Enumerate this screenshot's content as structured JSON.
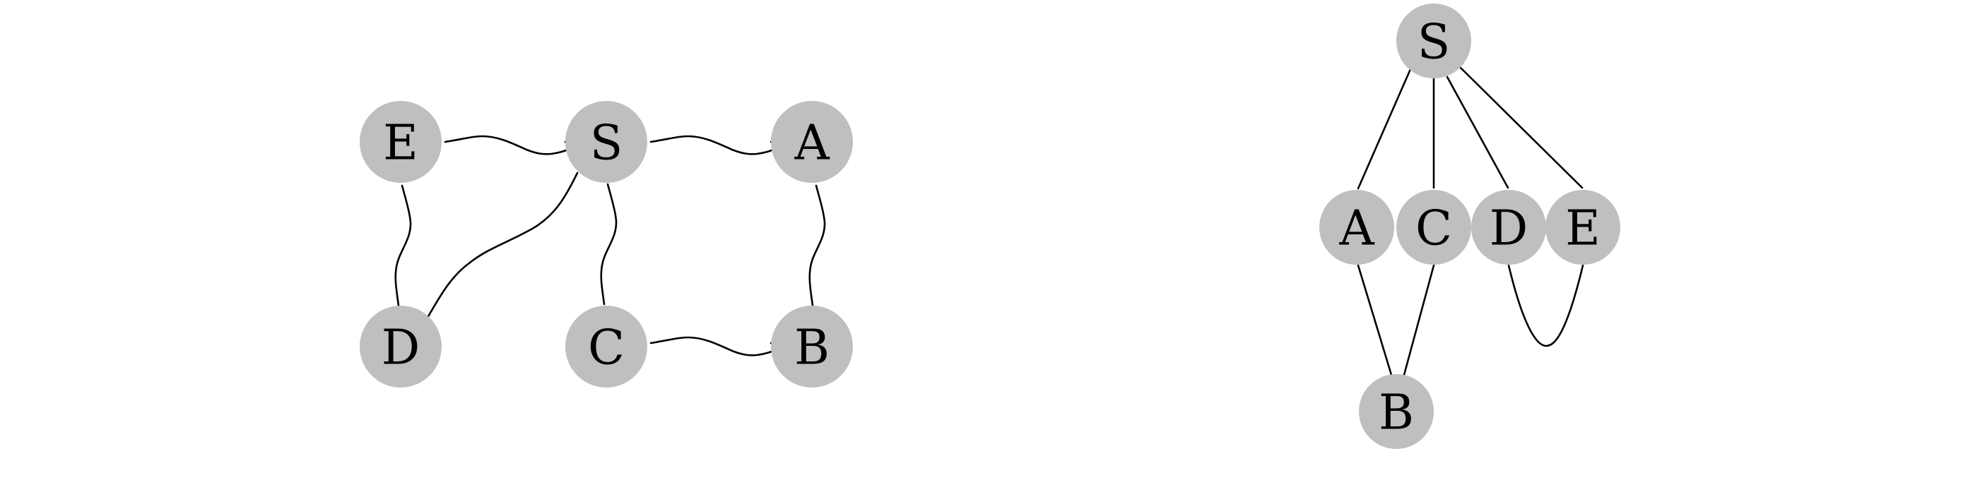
{
  "colors": {
    "node_fill": "#bfbfbf",
    "edge": "#000000",
    "label": "#000000",
    "background": "#ffffff"
  },
  "graphs": [
    {
      "id": "left-graph",
      "nodes": [
        {
          "id": "E",
          "label": "E"
        },
        {
          "id": "S",
          "label": "S"
        },
        {
          "id": "A",
          "label": "A"
        },
        {
          "id": "D",
          "label": "D"
        },
        {
          "id": "C",
          "label": "C"
        },
        {
          "id": "B",
          "label": "B"
        }
      ],
      "edges": [
        {
          "from": "E",
          "to": "S"
        },
        {
          "from": "S",
          "to": "A"
        },
        {
          "from": "E",
          "to": "D"
        },
        {
          "from": "S",
          "to": "D"
        },
        {
          "from": "S",
          "to": "C"
        },
        {
          "from": "A",
          "to": "B"
        },
        {
          "from": "C",
          "to": "B"
        }
      ]
    },
    {
      "id": "right-graph",
      "nodes": [
        {
          "id": "S",
          "label": "S"
        },
        {
          "id": "A",
          "label": "A"
        },
        {
          "id": "C",
          "label": "C"
        },
        {
          "id": "D",
          "label": "D"
        },
        {
          "id": "E",
          "label": "E"
        },
        {
          "id": "B",
          "label": "B"
        }
      ],
      "edges": [
        {
          "from": "S",
          "to": "A"
        },
        {
          "from": "S",
          "to": "C"
        },
        {
          "from": "S",
          "to": "D"
        },
        {
          "from": "S",
          "to": "E"
        },
        {
          "from": "A",
          "to": "B"
        },
        {
          "from": "C",
          "to": "B"
        },
        {
          "from": "D",
          "to": "E"
        }
      ]
    }
  ]
}
